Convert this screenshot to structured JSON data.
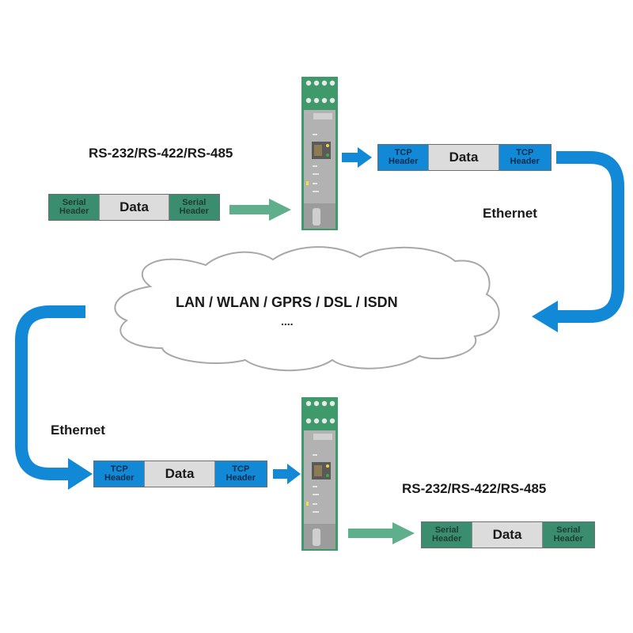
{
  "labels": {
    "serial_top": "RS-232/RS-422/RS-485",
    "serial_bottom": "RS-232/RS-422/RS-485",
    "ethernet_right": "Ethernet",
    "ethernet_left": "Ethernet",
    "cloud_title": "LAN / WLAN / GPRS / DSL / ISDN",
    "cloud_more": "...."
  },
  "packets": {
    "serial_in": {
      "left": "Serial Header",
      "data": "Data",
      "right": "Serial Header"
    },
    "tcp_out": {
      "left": "TCP Header",
      "data": "Data",
      "right": "TCP Header"
    },
    "tcp_in": {
      "left": "TCP Header",
      "data": "Data",
      "right": "TCP Header"
    },
    "serial_out": {
      "left": "Serial Header",
      "data": "Data",
      "right": "Serial Header"
    }
  },
  "colors": {
    "ethernet_blue": "#1289d6",
    "serial_green": "#3a8d6e",
    "device_green": "#3f9a6b",
    "device_gray": "#a9a9a9",
    "data_gray": "#dcdcdc"
  }
}
